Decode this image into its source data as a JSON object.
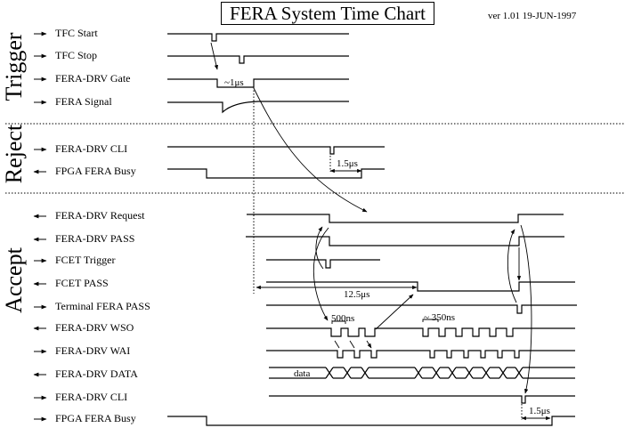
{
  "title": "FERA System Time Chart",
  "version": "ver 1.01  19-JUN-1997",
  "sections": [
    {
      "name": "Trigger"
    },
    {
      "name": "Reject"
    },
    {
      "name": "Accept"
    }
  ],
  "signals": [
    {
      "label": "TFC Start",
      "direction": "in",
      "section": "Trigger"
    },
    {
      "label": "TFC Stop",
      "direction": "in",
      "section": "Trigger"
    },
    {
      "label": "FERA-DRV Gate",
      "direction": "in",
      "section": "Trigger"
    },
    {
      "label": "FERA Signal",
      "direction": "in",
      "section": "Trigger"
    },
    {
      "label": "FERA-DRV CLI",
      "direction": "in",
      "section": "Reject"
    },
    {
      "label": "FPGA FERA Busy",
      "direction": "out",
      "section": "Reject"
    },
    {
      "label": "FERA-DRV Request",
      "direction": "out",
      "section": "Accept"
    },
    {
      "label": "FERA-DRV PASS",
      "direction": "out",
      "section": "Accept"
    },
    {
      "label": "FCET Trigger",
      "direction": "in",
      "section": "Accept"
    },
    {
      "label": "FCET PASS",
      "direction": "out",
      "section": "Accept"
    },
    {
      "label": "Terminal FERA PASS",
      "direction": "in",
      "section": "Accept"
    },
    {
      "label": "FERA-DRV WSO",
      "direction": "out",
      "section": "Accept"
    },
    {
      "label": "FERA-DRV WAI",
      "direction": "in",
      "section": "Accept"
    },
    {
      "label": "FERA-DRV DATA",
      "direction": "out",
      "section": "Accept"
    },
    {
      "label": "FERA-DRV CLI",
      "direction": "in",
      "section": "Accept"
    },
    {
      "label": "FPGA FERA Busy",
      "direction": "in",
      "section": "Accept"
    }
  ],
  "annotations": {
    "gate_width": "~1μs",
    "reject_busy": "1.5μs",
    "fcet_pass_delay": "12.5μs",
    "wso_period": "500ns",
    "wso_period_fast": "~ 350ns",
    "data_label": "data",
    "accept_busy": "1.5μs"
  }
}
